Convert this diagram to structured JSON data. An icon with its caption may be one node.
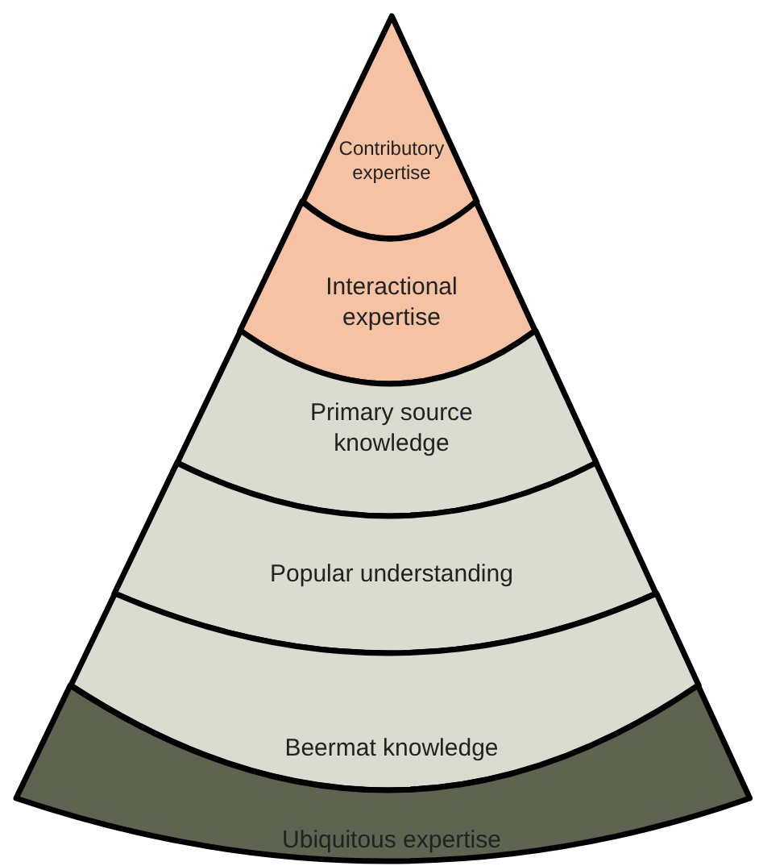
{
  "diagram": {
    "nodes": [
      {
        "text": [
          "Contributory expertise"
        ]
      },
      {
        "text": [
          "Interactional expertise"
        ]
      },
      {
        "text": [
          "Primary source knowledge"
        ]
      },
      {
        "text": [
          "Popular understanding"
        ]
      },
      {
        "text": [
          "Beermat knowledge"
        ]
      },
      {
        "text": [
          "Ubiquitous expertise"
        ]
      }
    ]
  }
}
